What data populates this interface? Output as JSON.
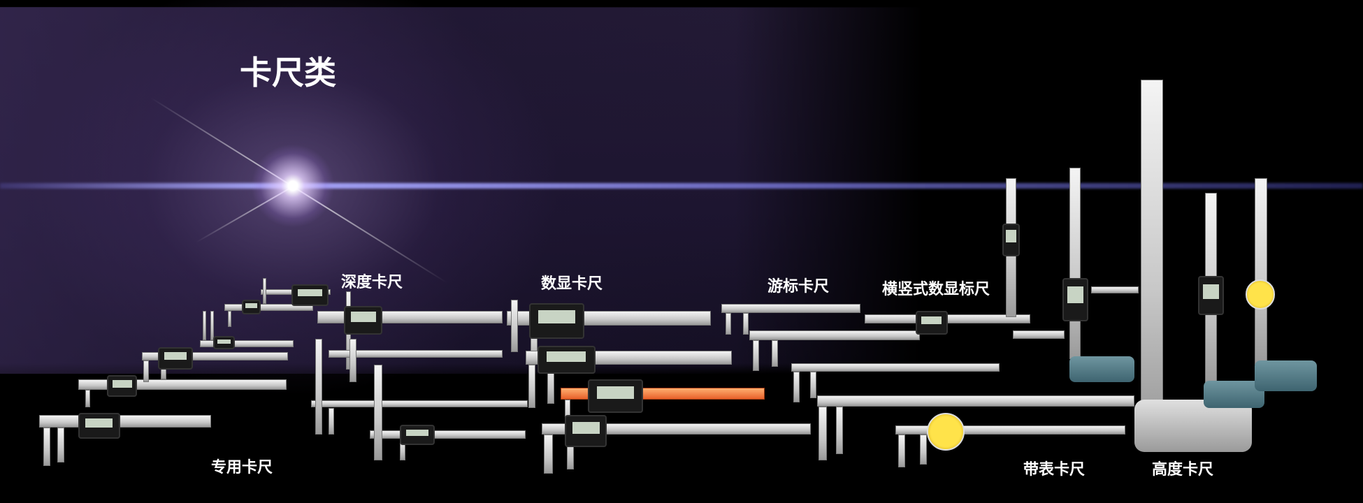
{
  "title": "卡尺类",
  "categories": {
    "depth": "深度卡尺",
    "digital": "数显卡尺",
    "vernier": "游标卡尺",
    "horizontal_vertical_digital": "横竖式数显标尺",
    "special": "专用卡尺",
    "dial": "带表卡尺",
    "height": "高度卡尺"
  },
  "colors": {
    "background": "#000000",
    "accent_line": "#a0a0ff",
    "text": "#ffffff"
  }
}
